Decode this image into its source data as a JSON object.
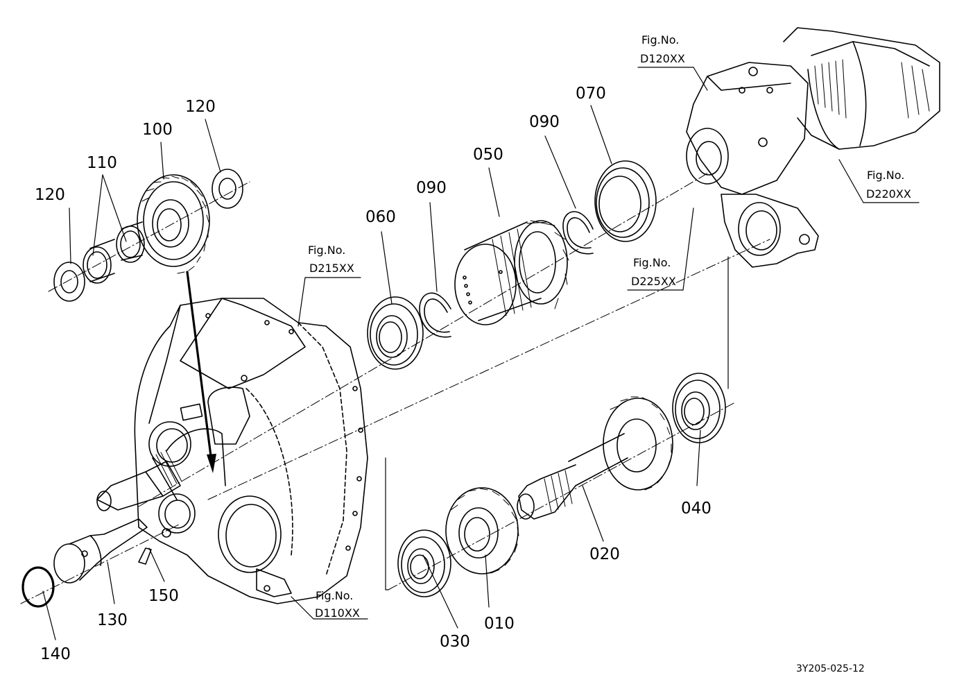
{
  "diagram": {
    "part_numbers": {
      "p010": "010",
      "p020": "020",
      "p030": "030",
      "p040": "040",
      "p050": "050",
      "p060": "060",
      "p070": "070",
      "p090a": "090",
      "p090b": "090",
      "p100": "100",
      "p110": "110",
      "p120a": "120",
      "p120b": "120",
      "p130": "130",
      "p140": "140",
      "p150": "150"
    },
    "figure_refs": {
      "d120": {
        "label": "Fig.No.",
        "code": "D120XX"
      },
      "d215": {
        "label": "Fig.No.",
        "code": "D215XX"
      },
      "d220": {
        "label": "Fig.No.",
        "code": "D220XX"
      },
      "d225": {
        "label": "Fig.No.",
        "code": "D225XX"
      },
      "d110": {
        "label": "Fig.No.",
        "code": "D110XX"
      }
    },
    "drawing_code": "3Y205-025-12"
  }
}
